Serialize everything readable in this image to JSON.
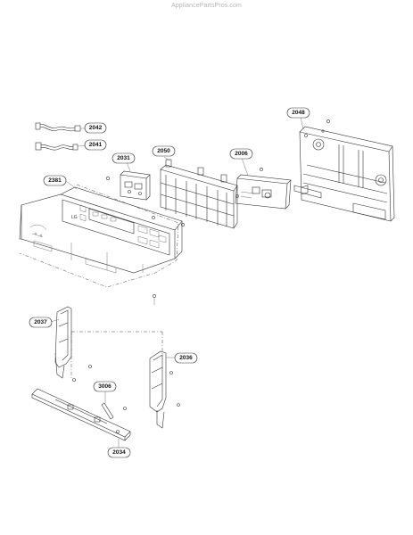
{
  "watermark": "AppliancePartsPros.com",
  "callouts": {
    "c2042": "2042",
    "c2041": "2041",
    "c2048": "2048",
    "c2050": "2050",
    "c2031": "2031",
    "c2006": "2006",
    "c2381": "2381",
    "c2037": "2037",
    "c2036": "2036",
    "c3006": "3006",
    "c2034": "2034"
  },
  "panel_logo": "LG"
}
